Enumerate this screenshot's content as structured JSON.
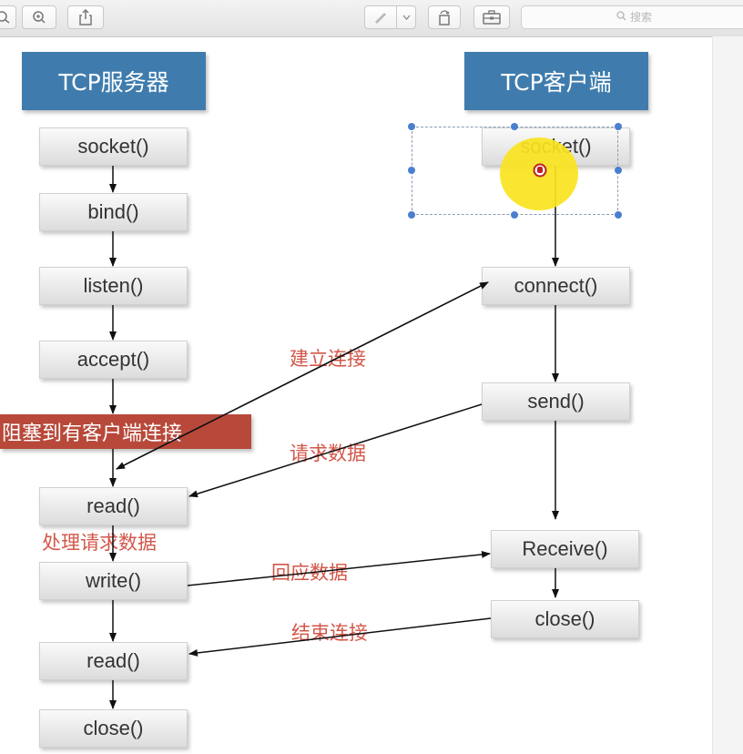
{
  "toolbar": {
    "search_placeholder": "搜索",
    "icons": [
      "zoom-out-icon",
      "zoom-in-icon",
      "share-icon",
      "pen-icon",
      "chevron-down-icon",
      "rotate-icon",
      "toolbox-icon",
      "search-icon"
    ]
  },
  "diagram": {
    "server_title": "TCP服务器",
    "client_title": "TCP客户端",
    "server_steps": [
      "socket()",
      "bind()",
      "listen()",
      "accept()",
      "read()",
      "write()",
      "read()",
      "close()"
    ],
    "client_steps": [
      "socket()",
      "connect()",
      "send()",
      "Receive()",
      "close()"
    ],
    "blocking_note": "阻塞到有客户端连接",
    "process_note": "处理请求数据",
    "labels": {
      "establish": "建立连接",
      "request": "请求数据",
      "respond": "回应数据",
      "finish": "结束连接"
    }
  },
  "colors": {
    "header_bg": "#3f7cad",
    "banner_bg": "#b8493a",
    "label_text": "#d2574a",
    "selection_handle": "#4a7fd0",
    "cursor_highlight": "#fae41e"
  }
}
